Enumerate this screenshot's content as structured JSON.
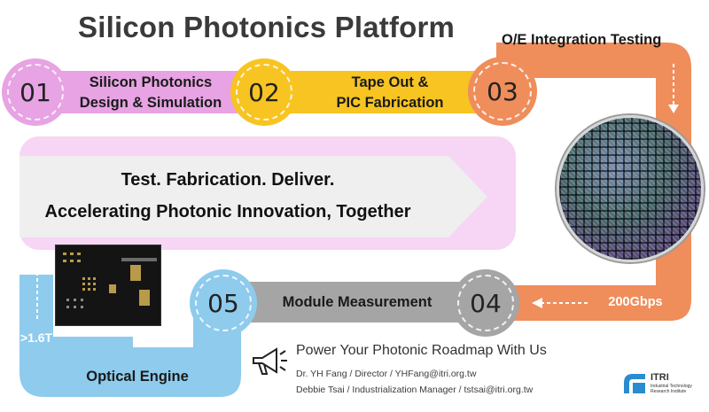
{
  "title": "Silicon Photonics Platform",
  "steps": [
    {
      "number": "01",
      "label_line1": "Silicon Photonics",
      "label_line2": "Design & Simulation"
    },
    {
      "number": "02",
      "label_line1": "Tape Out &",
      "label_line2": "PIC Fabrication"
    },
    {
      "number": "03",
      "label": "O/E Integration Testing"
    },
    {
      "number": "04",
      "label": "Module Measurement"
    },
    {
      "number": "05",
      "label": "Optical Engine"
    }
  ],
  "speed_labels": {
    "left": ">1.6T",
    "right": "200Gbps"
  },
  "banner": {
    "line1": "Test. Fabrication. Deliver.",
    "line2": "Accelerating Photonic Innovation, Together"
  },
  "contact": {
    "headline": "Power Your Photonic Roadmap With Us",
    "line1": "Dr. YH Fang / Director / YHFang@itri.org.tw",
    "line2": "Debbie Tsai / Industrialization Manager / tstsai@itri.org.tw"
  },
  "logo": {
    "name": "ITRI",
    "sub1": "Industrial Technology",
    "sub2": "Research Institute"
  },
  "colors": {
    "purple": "#e7a3e3",
    "yellow": "#f7c422",
    "orange": "#ef8d5b",
    "gray": "#a5a5a5",
    "blue": "#8ecbed",
    "banner": "#f6d6f4"
  }
}
